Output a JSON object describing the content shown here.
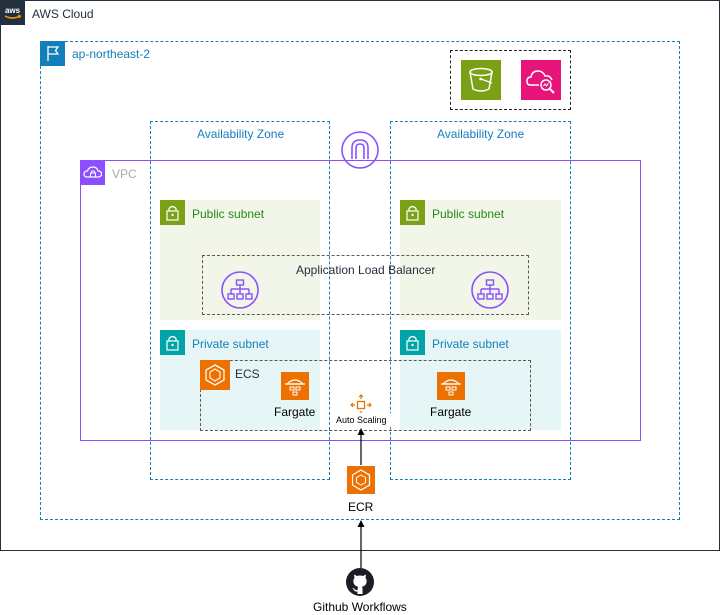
{
  "cloud": {
    "label": "AWS Cloud"
  },
  "region": {
    "label": "ap-northeast-2"
  },
  "zones": [
    {
      "label": "Availability Zone"
    },
    {
      "label": "Availability Zone"
    }
  ],
  "vpc": {
    "label": "VPC"
  },
  "subnets": {
    "public_left": "Public subnet",
    "public_right": "Public subnet",
    "private_left": "Private subnet",
    "private_right": "Private subnet"
  },
  "alb": {
    "label": "Application Load Balancer"
  },
  "ecs": {
    "label": "ECS"
  },
  "fargate": {
    "left": "Fargate",
    "right": "Fargate"
  },
  "autoscaling": {
    "label": "Auto Scaling"
  },
  "ecr": {
    "label": "ECR"
  },
  "github": {
    "label": "Github Workflows"
  },
  "colors": {
    "cloud": "#232f3e",
    "region": "#147eba",
    "vpc": "#8c4fff",
    "public_subnet": "#7aa116",
    "private_subnet": "#00a4a6",
    "compute": "#ed7100",
    "s3": "#7aa116",
    "cloudwatch": "#e7157b"
  },
  "icons": [
    "aws-logo-icon",
    "flag-icon",
    "vpc-cloud-icon",
    "lock-icon",
    "load-balancer-icon",
    "ecs-icon",
    "fargate-icon",
    "auto-scaling-icon",
    "ecr-icon",
    "github-icon",
    "s3-bucket-icon",
    "cloudwatch-icon",
    "internet-gateway-icon"
  ]
}
